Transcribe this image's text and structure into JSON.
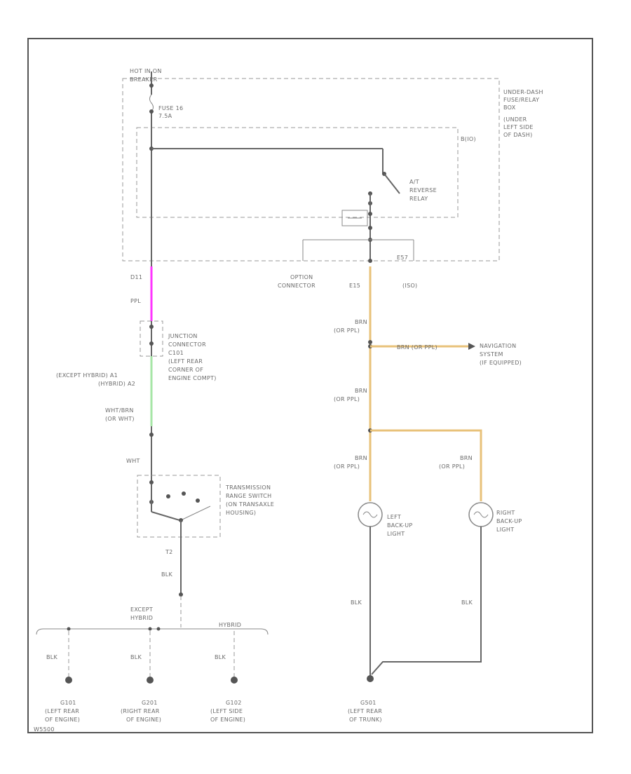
{
  "colors": {
    "wire_grey": "#666666",
    "wire_purple": "#ff33ff",
    "wire_green": "#a6e6a6",
    "wire_brown": "#e8c27a",
    "frame": "#555555"
  },
  "labels": {
    "hot_in_on": "HOT IN ON",
    "breaker": "BREAKER",
    "fuse": "FUSE 16",
    "fuse_amp": "7.5A",
    "underdash": [
      "UNDER-DASH",
      "FUSE/RELAY",
      "BOX",
      "(UNDER",
      "LEFT SIDE",
      "OF DASH)"
    ],
    "box_ref": "B(IO)",
    "relay": [
      "A/T",
      "REVERSE",
      "RELAY"
    ],
    "conn_left": "D11",
    "option_connector": [
      "OPTION",
      "CONNECTOR"
    ],
    "conn_e15": "E15",
    "conn_e57": "E57",
    "conn_e57_sub": "(ISO)",
    "ppl": "PPL",
    "junction": [
      "JUNCTION",
      "CONNECTOR",
      "C101",
      "(LEFT REAR",
      "CORNER OF",
      "ENGINE COMPT)"
    ],
    "except_hybrid_a": "(EXCEPT HYBRID) A1",
    "hybrid_a": "(HYBRID) A2",
    "wht_brn": "WHT/BRN",
    "or_wht": "(OR WHT)",
    "wht": "WHT",
    "trans_switch": [
      "TRANSMISSION",
      "RANGE SWITCH",
      "(ON TRANSAXLE",
      "HOUSING)"
    ],
    "t2": "T2",
    "blk": "BLK",
    "except_hybrid": [
      "EXCEPT",
      "HYBRID"
    ],
    "hybrid": "HYBRID",
    "brn": "BRN",
    "or_ppl": "(OR PPL)",
    "brn_or_ppl_inline": "BRN (OR PPL)",
    "navigation": [
      "NAVIGATION",
      "SYSTEM",
      "(IF EQUIPPED)"
    ],
    "left_backup": [
      "LEFT",
      "BACK-UP",
      "LIGHT"
    ],
    "right_backup": [
      "RIGHT",
      "BACK-UP",
      "LIGHT"
    ],
    "g101": [
      "G101",
      "(LEFT REAR",
      "OF ENGINE)"
    ],
    "g201": [
      "G201",
      "(RIGHT REAR",
      "OF ENGINE)"
    ],
    "g102": [
      "G102",
      "(LEFT SIDE",
      "OF ENGINE)"
    ],
    "g501": [
      "G501",
      "(LEFT REAR",
      "OF TRUNK)"
    ],
    "fig_code": "W5500"
  }
}
